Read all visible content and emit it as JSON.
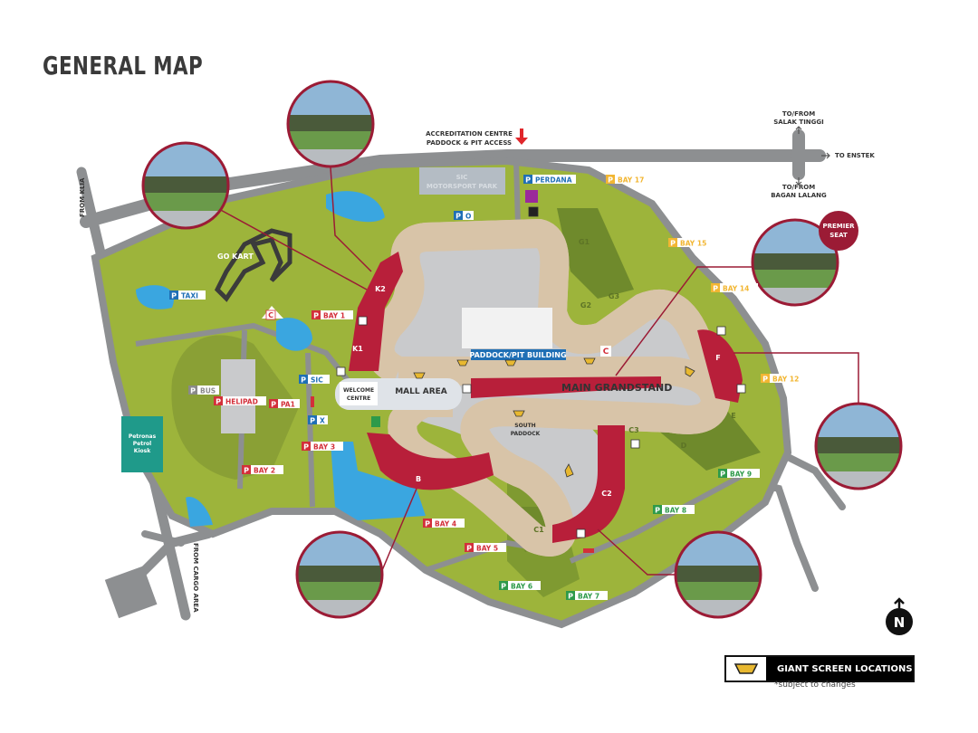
{
  "title": "GENERAL MAP",
  "roads": {
    "accreditation_line1": "ACCREDITATION CENTRE",
    "accreditation_line2": "PADDOCK & PIT ACCESS",
    "salak_line1": "TO/FROM",
    "salak_line2": "SALAK TINGGI",
    "enstek": "TO ENSTEK",
    "bagan_line1": "TO/FROM",
    "bagan_line2": "BAGAN LALANG",
    "klia": "FROM KLIA",
    "cargo": "FROM CARGO AREA"
  },
  "areas": {
    "sic_park_line1": "SIC",
    "sic_park_line2": "MOTORSPORT PARK",
    "go_kart": "GO KART",
    "welcome_line1": "WELCOME",
    "welcome_line2": "CENTRE",
    "mall": "MALL AREA",
    "main_grandstand": "MAIN GRANDSTAND",
    "pit_building": "PADDOCK/PIT BUILDING",
    "south_paddock_line1": "SOUTH",
    "south_paddock_line2": "PADDOCK",
    "petrol_line1": "Petronas",
    "petrol_line2": "Petrol",
    "petrol_line3": "Kiosk",
    "premier_line1": "PREMIER",
    "premier_line2": "SEAT"
  },
  "stands": [
    "K1",
    "K2",
    "F",
    "B",
    "C2",
    "C1",
    "C3",
    "D",
    "E",
    "G1",
    "G2",
    "G3"
  ],
  "parking": [
    {
      "label": "TAXI",
      "type": "blue"
    },
    {
      "label": "BAY 1",
      "type": "red"
    },
    {
      "label": "SIC",
      "type": "blue"
    },
    {
      "label": "BUS",
      "type": "grey"
    },
    {
      "label": "HELIPAD",
      "type": "red"
    },
    {
      "label": "PA1",
      "type": "red"
    },
    {
      "label": "X",
      "type": "blue"
    },
    {
      "label": "BAY 3",
      "type": "red"
    },
    {
      "label": "BAY 2",
      "type": "red"
    },
    {
      "label": "O",
      "type": "blue"
    },
    {
      "label": "PERDANA",
      "type": "blue"
    },
    {
      "label": "BAY 17",
      "type": "yellow"
    },
    {
      "label": "BAY 15",
      "type": "yellow"
    },
    {
      "label": "BAY 14",
      "type": "yellow"
    },
    {
      "label": "BAY 12",
      "type": "yellow"
    },
    {
      "label": "BAY 9",
      "type": "green"
    },
    {
      "label": "BAY 8",
      "type": "green"
    },
    {
      "label": "BAY 4",
      "type": "red"
    },
    {
      "label": "BAY 5",
      "type": "red"
    },
    {
      "label": "BAY 6",
      "type": "green"
    },
    {
      "label": "BAY 7",
      "type": "green"
    }
  ],
  "parking_colors": {
    "blue": "#1f6fb5",
    "red": "#d32f3a",
    "yellow": "#f2b632",
    "green": "#2e9a4a",
    "grey": "#8a8a8a"
  },
  "colors": {
    "grass": "#9db43b",
    "grass_dark": "#6f8a2c",
    "road": "#8d8f91",
    "grandstand": "#b81f3a",
    "track": "#3b3b3b",
    "runoff": "#d8c4a8",
    "water": "#3aa6e0",
    "frame": "#9b1b35"
  },
  "north_label": "N",
  "legend": {
    "label": "GIANT SCREEN LOCATIONS",
    "note": "*subject to changes"
  }
}
